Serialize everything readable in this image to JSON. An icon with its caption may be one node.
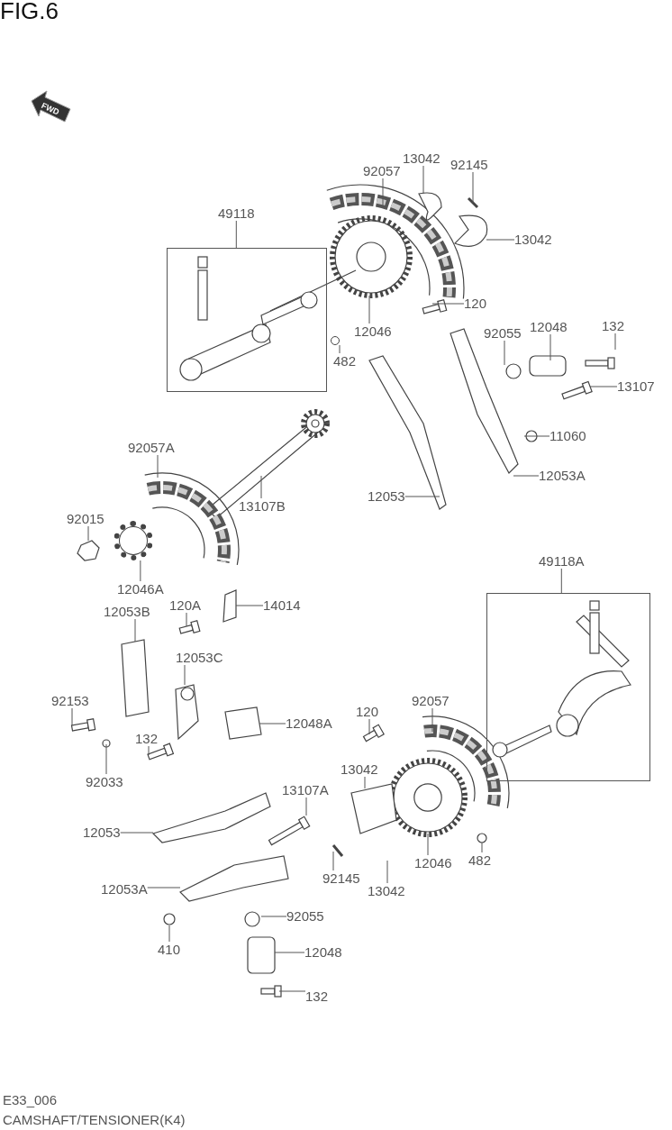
{
  "diagram": {
    "title": "FIG.6",
    "nodes": [
      {
        "text": [
          "49118"
        ]
      },
      {
        "text": [],
        "shape": "box"
      },
      {
        "text": [
          "92057"
        ]
      },
      {
        "text": [
          "13042"
        ]
      },
      {
        "text": [
          "92145"
        ]
      },
      {
        "text": [
          "13042"
        ]
      },
      {
        "text": [
          "120"
        ]
      },
      {
        "text": [
          "12046"
        ]
      },
      {
        "text": [
          "482"
        ]
      },
      {
        "text": [
          "92055"
        ]
      },
      {
        "text": [
          "12048"
        ]
      },
      {
        "text": [
          "132"
        ]
      },
      {
        "text": [
          "13107"
        ]
      },
      {
        "text": [
          "11060"
        ]
      },
      {
        "text": [
          "12053A"
        ]
      },
      {
        "text": [
          "12053"
        ]
      },
      {
        "text": [
          "13107B"
        ]
      },
      {
        "text": [
          "92057A"
        ]
      },
      {
        "text": [
          "92015"
        ]
      },
      {
        "text": [
          "12046A"
        ]
      },
      {
        "text": [
          "49118A"
        ]
      },
      {
        "text": [],
        "shape": "box"
      },
      {
        "text": [
          "120A"
        ]
      },
      {
        "text": [
          "14014"
        ]
      },
      {
        "text": [
          "12053B"
        ]
      },
      {
        "text": [
          "12053C"
        ]
      },
      {
        "text": [
          "92153"
        ]
      },
      {
        "text": [
          "12048A"
        ]
      },
      {
        "text": [
          "132"
        ]
      },
      {
        "text": [
          "92033"
        ]
      },
      {
        "text": [
          "120"
        ]
      },
      {
        "text": [
          "92057"
        ]
      },
      {
        "text": [
          "13042"
        ]
      },
      {
        "text": [
          "13107A"
        ]
      },
      {
        "text": [
          "12053"
        ]
      },
      {
        "text": [
          "92145"
        ]
      },
      {
        "text": [
          "12046"
        ]
      },
      {
        "text": [
          "482"
        ]
      },
      {
        "text": [
          "13042"
        ]
      },
      {
        "text": [
          "12053A"
        ]
      },
      {
        "text": [
          "92055"
        ]
      },
      {
        "text": [
          "410"
        ]
      },
      {
        "text": [
          "12048"
        ]
      },
      {
        "text": [
          "132"
        ]
      },
      {
        "text": [],
        "shape": "circle"
      },
      {
        "text": [],
        "shape": "circle"
      }
    ],
    "edges": [
      {
        "from": 0,
        "to": 1,
        "arrow": "none"
      },
      {
        "from": 2,
        "to": null,
        "arrow": "none"
      },
      {
        "from": 3,
        "to": null,
        "arrow": "none"
      },
      {
        "from": 4,
        "to": null,
        "arrow": "none"
      },
      {
        "from": 5,
        "to": null,
        "arrow": "none"
      },
      {
        "from": 6,
        "to": null,
        "arrow": "none"
      },
      {
        "from": 7,
        "to": null,
        "arrow": "none"
      },
      {
        "from": 8,
        "to": 44,
        "arrow": "none"
      },
      {
        "from": 9,
        "to": null,
        "arrow": "none"
      },
      {
        "from": 10,
        "to": null,
        "arrow": "none"
      },
      {
        "from": 11,
        "to": null,
        "arrow": "none"
      },
      {
        "from": 12,
        "to": null,
        "arrow": "none"
      },
      {
        "from": 13,
        "to": null,
        "arrow": "none"
      },
      {
        "from": 14,
        "to": null,
        "arrow": "none"
      },
      {
        "from": 15,
        "to": null,
        "arrow": "none"
      },
      {
        "from": 16,
        "to": null,
        "arrow": "none"
      },
      {
        "from": 17,
        "to": null,
        "arrow": "none"
      },
      {
        "from": 18,
        "to": null,
        "arrow": "none"
      },
      {
        "from": 19,
        "to": 45,
        "arrow": "none"
      },
      {
        "from": 20,
        "to": 21,
        "arrow": "none"
      },
      {
        "from": 22,
        "to": null,
        "arrow": "none"
      },
      {
        "from": 23,
        "to": null,
        "arrow": "none"
      },
      {
        "from": 24,
        "to": null,
        "arrow": "none"
      },
      {
        "from": 25,
        "to": null,
        "arrow": "none"
      },
      {
        "from": 26,
        "to": null,
        "arrow": "none"
      },
      {
        "from": 27,
        "to": null,
        "arrow": "none"
      },
      {
        "from": 28,
        "to": null,
        "arrow": "none"
      },
      {
        "from": 29,
        "to": null,
        "arrow": "none"
      },
      {
        "from": 30,
        "to": null,
        "arrow": "none"
      },
      {
        "from": 31,
        "to": null,
        "arrow": "none"
      },
      {
        "from": 32,
        "to": null,
        "arrow": "none"
      },
      {
        "from": 33,
        "to": null,
        "arrow": "none"
      },
      {
        "from": 34,
        "to": null,
        "arrow": "none"
      },
      {
        "from": 35,
        "to": null,
        "arrow": "none"
      },
      {
        "from": 36,
        "to": null,
        "arrow": "none"
      },
      {
        "from": 37,
        "to": null,
        "arrow": "none"
      },
      {
        "from": 38,
        "to": null,
        "arrow": "none"
      },
      {
        "from": 39,
        "to": null,
        "arrow": "none"
      },
      {
        "from": 40,
        "to": null,
        "arrow": "none"
      },
      {
        "from": 41,
        "to": null,
        "arrow": "none"
      },
      {
        "from": 42,
        "to": null,
        "arrow": "none"
      },
      {
        "from": 43,
        "to": null,
        "arrow": "none"
      }
    ],
    "labels": [
      "FWD",
      "E33_006",
      "CAMSHAFT/TENSIONER(K4)"
    ]
  }
}
